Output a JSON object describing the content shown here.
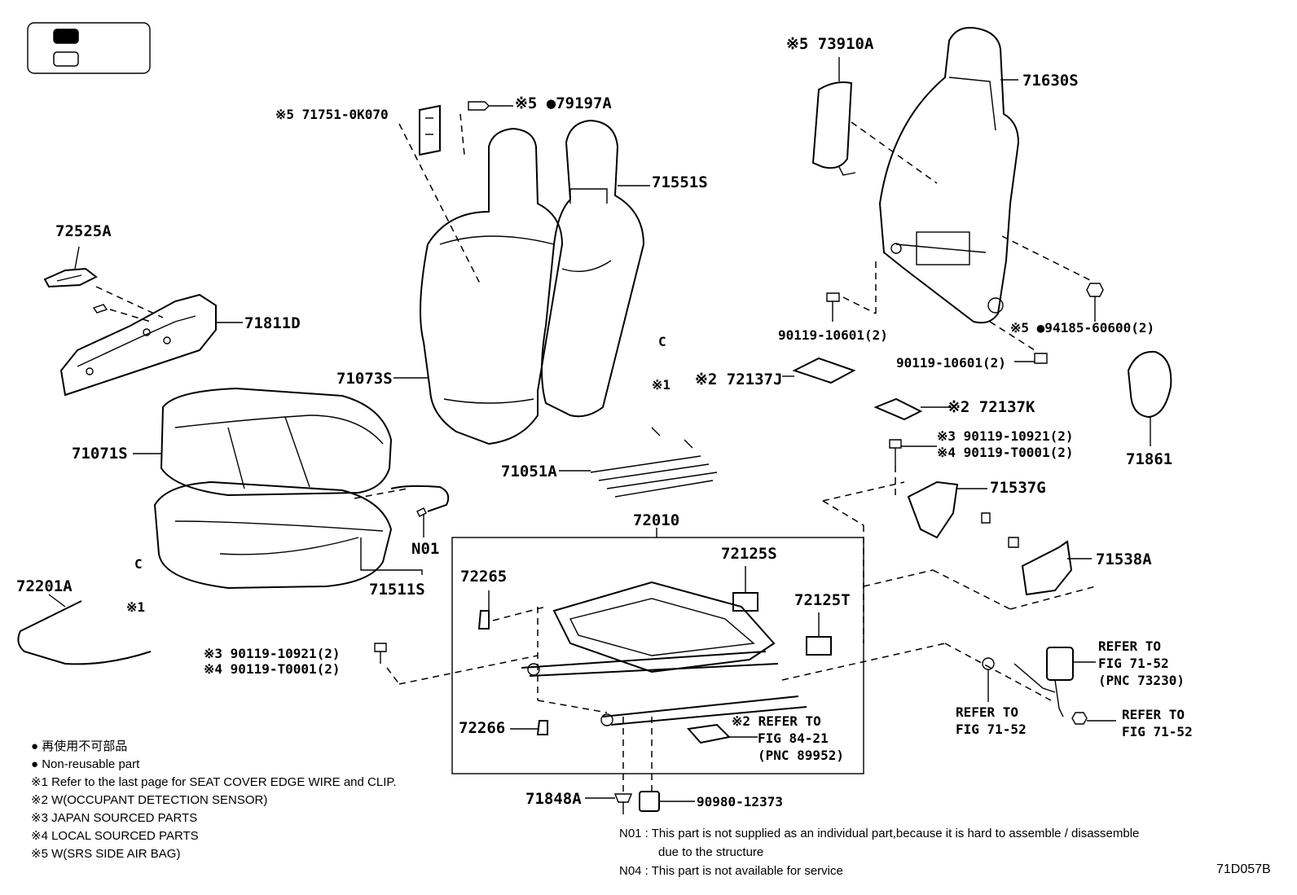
{
  "key_box": {
    "filled": "#000000",
    "hollow": "#ffffff"
  },
  "labels": {
    "p73910A": "※5 73910A",
    "p71630S": "71630S",
    "p71751": "※5 71751-0K070",
    "p79197A": "※5 ●79197A",
    "p71551S": "71551S",
    "p72525A": "72525A",
    "p71811D": "71811D",
    "p71073S": "71073S",
    "p71071S": "71071S",
    "p71051A": "71051A",
    "p72010": "72010",
    "p90119_10601a": "90119-10601(2)",
    "p94185": "※5 ●94185-60600(2)",
    "p90119_10601b": "90119-10601(2)",
    "p72137J": "※2 72137J",
    "p72137K": "※2 72137K",
    "p90119_10921a": "※3 90119-10921(2)",
    "p90119_T0001a": "※4 90119-T0001(2)",
    "p71861": "71861",
    "p71537G": "71537G",
    "p71538A": "71538A",
    "pC1": "C",
    "pX1a": "※1",
    "pN01": "N01",
    "p71511S": "71511S",
    "p72265": "72265",
    "p72125S": "72125S",
    "p72125T": "72125T",
    "p72201A": "72201A",
    "pC2": "C",
    "pX1b": "※1",
    "p90119_10921b": "※3 90119-10921(2)",
    "p90119_T0001b": "※4 90119-T0001(2)",
    "p72266": "72266",
    "pRefer8421a": "※2 REFER TO",
    "pRefer8421b": "FIG 84-21",
    "pRefer8421c": "(PNC 89952)",
    "p71848A": "71848A",
    "p90980": "90980-12373",
    "pRef7152a1": "REFER TO",
    "pRef7152a2": "FIG 71-52",
    "pRef7152a3": "(PNC 73230)",
    "pRef7152b1": "REFER TO",
    "pRef7152b2": "FIG 71-52",
    "pRef7152c1": "REFER TO",
    "pRef7152c2": "FIG 71-52"
  },
  "legend": {
    "l1": "● 再使用不可部品",
    "l2": "● Non-reusable part",
    "l3": "※1  Refer to the last page for SEAT COVER EDGE WIRE and CLIP.",
    "l4": "※2  W(OCCUPANT DETECTION SENSOR)",
    "l5": "※3  JAPAN SOURCED PARTS",
    "l6": "※4  LOCAL SOURCED PARTS",
    "l7": "※5  W(SRS SIDE AIR BAG)"
  },
  "notes": {
    "n1a": "N01 : This part is not supplied as an individual part,because it is hard to assemble / disassemble",
    "n1b": "due to the structure",
    "n2": "N04 : This part is not available for service"
  },
  "figure_code": "71D057B"
}
